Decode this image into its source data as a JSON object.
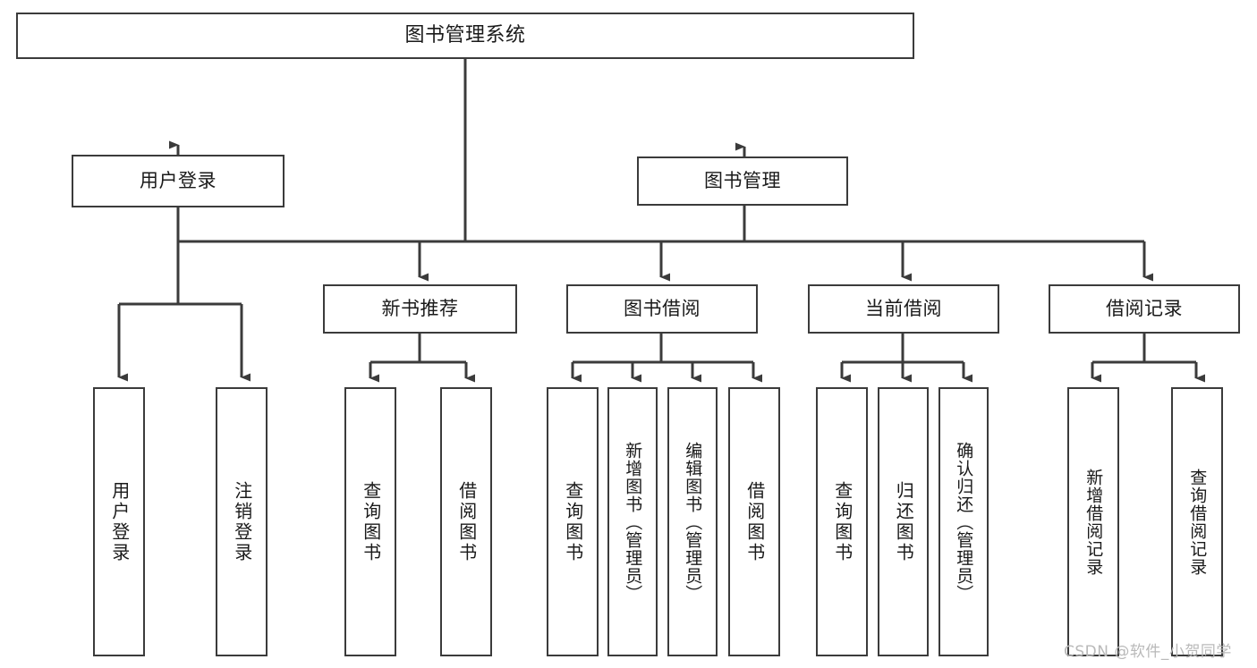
{
  "diagram": {
    "type": "tree",
    "title": "图书管理系统",
    "watermark": "CSDN @软件_小贺同学",
    "colors": {
      "border": "#3b3b3b",
      "background": "#ffffff",
      "text": "#1a1a1a",
      "watermark": "#b9b9b9"
    },
    "levels": {
      "root": {
        "label": "图书管理系统"
      },
      "level2": [
        {
          "label": "用户登录"
        },
        {
          "label": "图书管理"
        }
      ],
      "level3": [
        {
          "label": "新书推荐"
        },
        {
          "label": "图书借阅"
        },
        {
          "label": "当前借阅"
        },
        {
          "label": "借阅记录"
        }
      ],
      "leaves": {
        "user_login": [
          {
            "label": "用户登录"
          },
          {
            "label": "注销登录"
          }
        ],
        "new_book_recommend": [
          {
            "label": "查询图书"
          },
          {
            "label": "借阅图书"
          }
        ],
        "book_borrow": [
          {
            "label": "查询图书"
          },
          {
            "label": "新增图书（管理员）"
          },
          {
            "label": "编辑图书（管理员）"
          },
          {
            "label": "借阅图书"
          }
        ],
        "current_borrow": [
          {
            "label": "查询图书"
          },
          {
            "label": "归还图书"
          },
          {
            "label": "确认归还（管理员）"
          }
        ],
        "borrow_record": [
          {
            "label": "新增借阅记录"
          },
          {
            "label": "查询借阅记录"
          }
        ]
      }
    }
  }
}
